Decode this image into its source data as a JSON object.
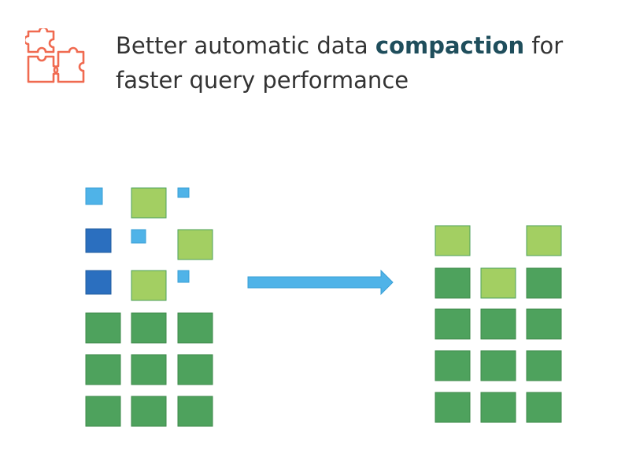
{
  "header": {
    "icon": "puzzle-icon",
    "title_before": "Better automatic data ",
    "title_emphasis": "compaction",
    "title_after": " for",
    "title_line2": "faster query performance"
  },
  "colors": {
    "icon": "#f06a50",
    "emphasis": "#1f4e5c",
    "small_file": "#4fb3e8",
    "dark_blue": "#2b6fbf",
    "light_green": "#a3cf62",
    "green": "#4ea25d",
    "arrow": "#4fb3e8"
  },
  "diagram": {
    "before_label": "",
    "after_label": "",
    "arrow": "right-arrow"
  }
}
